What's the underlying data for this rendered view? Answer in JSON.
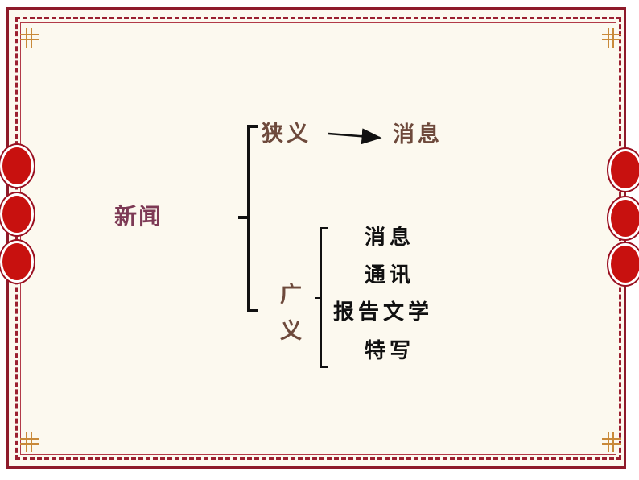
{
  "diagram": {
    "root": "新闻",
    "narrow": {
      "label": "狭义",
      "target": "消息"
    },
    "broad": {
      "label_chars": [
        "广",
        "义"
      ],
      "items": [
        "消息",
        "通讯",
        "报告文学",
        "特写"
      ]
    }
  },
  "colors": {
    "frame": "#8e1a2a",
    "disc": "#c8110f",
    "background": "#fcf9ef",
    "brown_text": "#6e4a3c",
    "root_text": "#7d3a55",
    "corner_ornament": "#c98a3a"
  }
}
